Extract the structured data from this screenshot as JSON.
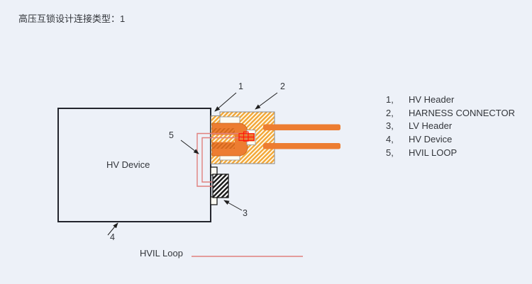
{
  "title": "高压互锁设计连接类型：1",
  "diagram": {
    "device_label": "HV Device",
    "hvil_loop_label": "HVIL Loop",
    "callouts": [
      {
        "text": "1"
      },
      {
        "text": "2"
      },
      {
        "text": "3"
      },
      {
        "text": "4"
      },
      {
        "text": "5"
      }
    ]
  },
  "legend": {
    "items": [
      {
        "num": "1,",
        "label": "HV Header"
      },
      {
        "num": "2,",
        "label": "HARNESS CONNECTOR"
      },
      {
        "num": "3,",
        "label": "LV Header"
      },
      {
        "num": "4,",
        "label": "HV Device"
      },
      {
        "num": "5,",
        "label": "HVIL LOOP"
      }
    ]
  },
  "colors": {
    "background": "#edf1f8",
    "device_outline": "#23252d",
    "connector_hatch_stripe": "#f3a83a",
    "connector_hatch_bg": "#fefbee",
    "terminal_orange": "#ed7d31",
    "hvil_loop_red": "#e0807d",
    "pin_red": "#fe1a0d",
    "lv_header_hatch": "#1b1b1b",
    "text": "#33363b"
  }
}
